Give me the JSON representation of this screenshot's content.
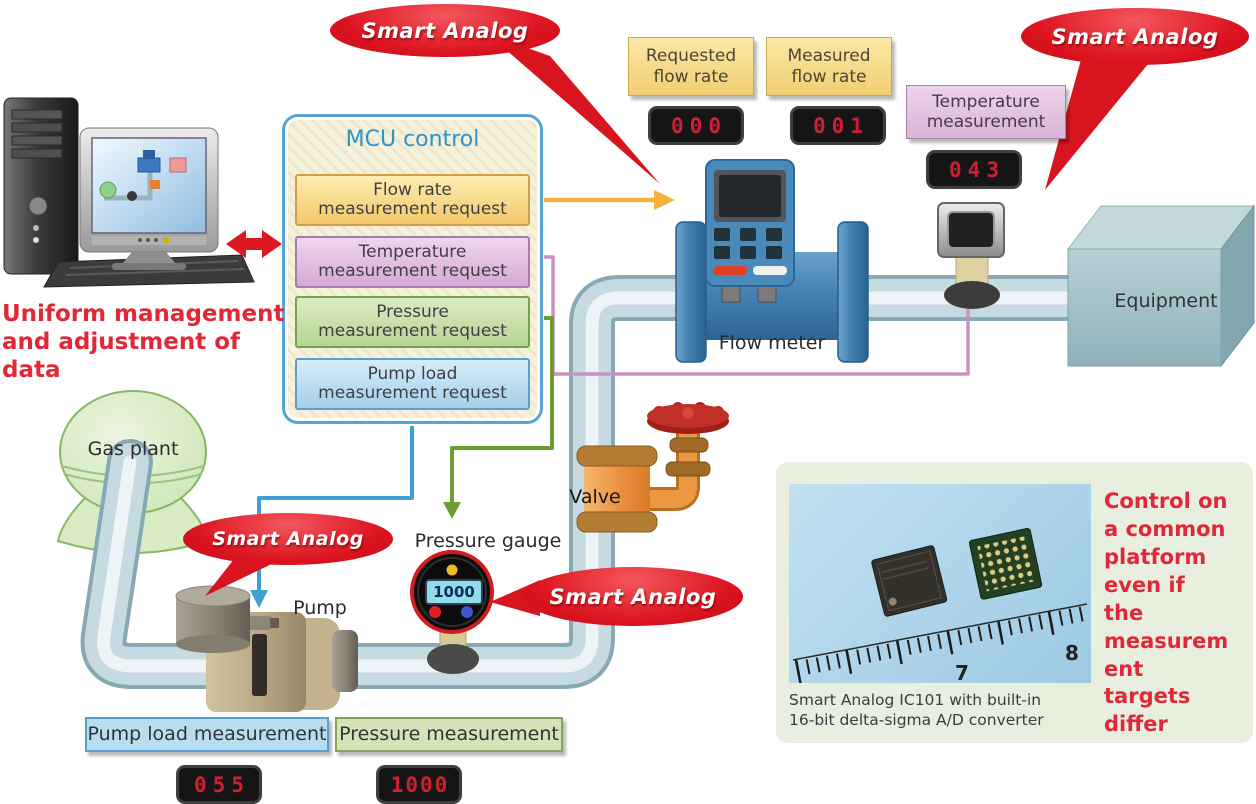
{
  "smart_analog": "Smart Analog",
  "computer_note": "Uniform management\nand adjustment of data",
  "mcu": {
    "title": "MCU control",
    "requests": [
      {
        "line1": "Flow rate",
        "line2": "measurement request"
      },
      {
        "line1": "Temperature",
        "line2": "measurement request"
      },
      {
        "line1": "Pressure",
        "line2": "measurement request"
      },
      {
        "line1": "Pump load",
        "line2": "measurement request"
      }
    ]
  },
  "readouts": {
    "requested_flow": {
      "line1": "Requested",
      "line2": "flow rate",
      "value": "000"
    },
    "measured_flow": {
      "line1": "Measured",
      "line2": "flow rate",
      "value": "001"
    },
    "temperature": {
      "line1": "Temperature",
      "line2": "measurement",
      "value": "043"
    },
    "pump_load": {
      "label": "Pump load measurement",
      "value": "055"
    },
    "pressure": {
      "label": "Pressure measurement",
      "value": "1000"
    }
  },
  "labels": {
    "flow_meter": "Flow meter",
    "equipment": "Equipment",
    "gas_plant": "Gas plant",
    "pump": "Pump",
    "valve": "Valve",
    "pressure_gauge": "Pressure gauge"
  },
  "gauge": {
    "value": "1000"
  },
  "panel": {
    "caption": "Smart Analog IC101 with built-in\n16-bit delta-sigma A/D converter",
    "note": "Control on a common platform even if the measurement targets differ",
    "ruler_7": "7",
    "ruler_8": "8"
  },
  "colors": {
    "smart_analog_red": "#dc1420",
    "note_red": "#e02838",
    "mcu_blue": "#2e93c8",
    "segment_red": "#d02030",
    "pipe_blue": "#c6dae1"
  }
}
